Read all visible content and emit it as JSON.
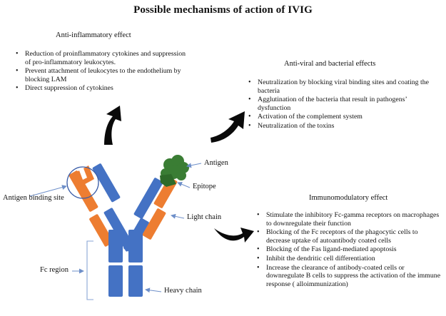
{
  "title": "Possible mechanisms of action of IVIG",
  "anti_inflammatory": {
    "heading": "Anti-inflammatory effect",
    "items": [
      "Reduction of proinflammatory cytokines and suppression of pro-inflammatory leukocytes.",
      "Prevent attachment of leukocytes to the endothelium by blocking LAM",
      "Direct suppression of cytokines"
    ]
  },
  "anti_viral": {
    "heading": "Anti-viral and bacterial effects",
    "items": [
      "Neutralization by blocking viral binding sites and coating the bacteria",
      "Agglutination of the bacteria that result in pathogens’ dysfunction",
      "Activation of the complement system",
      "Neutralization of the toxins"
    ]
  },
  "immunomodulatory": {
    "heading": "Immunomodulatory effect",
    "items": [
      "Stimulate the inhibitory Fc-gamma receptors on macrophages to downregulate their function",
      "Blocking of the Fc receptors of the phagocytic cells to decrease uptake of autoantibody coated cells",
      "Blocking of the Fas ligand-mediated apoptosis",
      "Inhibit the dendritic cell differentiation",
      "Increase the clearance of antibody-coated cells or downregulate B cells to suppress the activation of the immune response ( alloimmunization)"
    ]
  },
  "labels": {
    "antigen": "Antigen",
    "epitope": "Epitope",
    "light_chain": "Light chain",
    "heavy_chain": "Heavy chain",
    "antigen_binding_site": "Antigen binding site",
    "fc_region": "Fc region"
  },
  "colors": {
    "heavy_chain": "#4472c4",
    "light_chain": "#ed7d31",
    "antigen": "#3a7d34",
    "arrow": "#0a0a0a",
    "pointer": "#6e8fc9"
  }
}
